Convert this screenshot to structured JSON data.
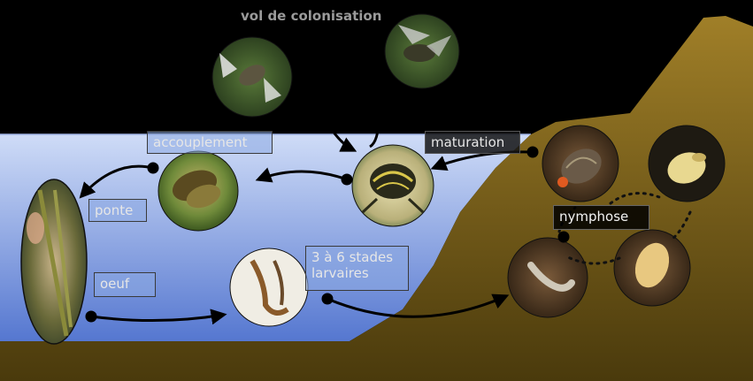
{
  "labels": {
    "flight": "vol de colonisation",
    "mating": "accouplement",
    "maturation": "maturation",
    "laying": "ponte",
    "egg": "oeuf",
    "larval": "3 à 6 stades\nlarvaires",
    "pupation": "nymphose"
  },
  "colors": {
    "sky": "#000000",
    "water_light": "#c9d8f6",
    "water_dark": "#5d7fd6",
    "earth_light": "#9a7a26",
    "earth_dark": "#4a3a0c",
    "label_text": "#e6e6e6",
    "arrow": "#000000"
  }
}
